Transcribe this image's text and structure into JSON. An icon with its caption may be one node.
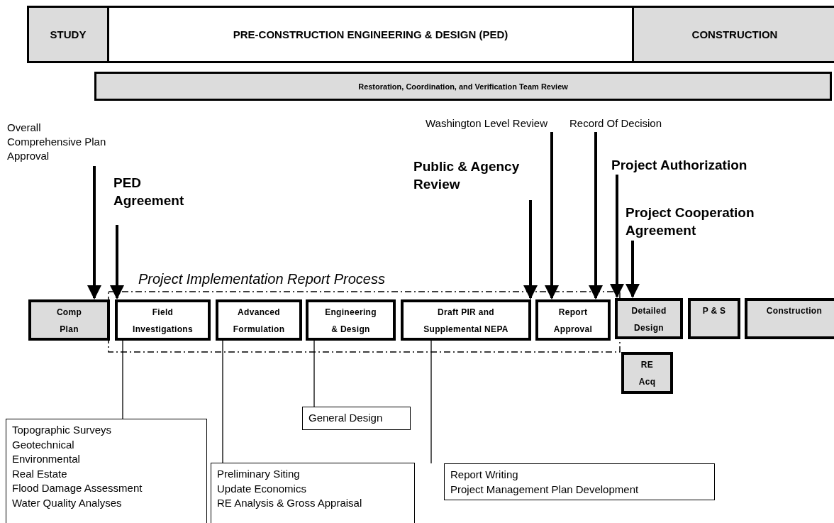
{
  "diagram": {
    "nodes": [
      {
        "text": [
          "STUDY"
        ]
      },
      {
        "text": [
          "PRE-CONSTRUCTION ENGINEERING & DESIGN (PED)"
        ]
      },
      {
        "text": [
          "CONSTRUCTION"
        ]
      },
      {
        "text": [
          "Restoration, Coordination, and Verification Team Review"
        ]
      },
      {
        "text": [
          "Overall Comprehensive Plan Approval"
        ]
      },
      {
        "text": [
          "PED Agreement"
        ]
      },
      {
        "text": [
          "Public & Agency Review"
        ]
      },
      {
        "text": [
          "Washington Level Review"
        ]
      },
      {
        "text": [
          "Record Of Decision"
        ]
      },
      {
        "text": [
          "Project Authorization"
        ]
      },
      {
        "text": [
          "Project Cooperation Agreement"
        ]
      },
      {
        "text": [
          "Project Implementation Report Process"
        ]
      },
      {
        "text": [
          "Comp Plan"
        ]
      },
      {
        "text": [
          "Field Investigations"
        ],
        "in": 11
      },
      {
        "text": [
          "Advanced Formulation"
        ],
        "in": 11
      },
      {
        "text": [
          "Engineering & Design"
        ],
        "in": 11
      },
      {
        "text": [
          "Draft PIR and Supplemental NEPA"
        ],
        "in": 11
      },
      {
        "text": [
          "Report Approval"
        ],
        "in": 11
      },
      {
        "text": [
          "Detailed Design"
        ]
      },
      {
        "text": [
          "P & S"
        ]
      },
      {
        "text": [
          "Construction"
        ]
      },
      {
        "text": [
          "RE Acq"
        ]
      },
      {
        "text": [
          "Topographic Surveys",
          "Geotechnical",
          "Environmental",
          "Real Estate",
          "Flood Damage Assessment",
          "Water Quality Analyses"
        ]
      },
      {
        "text": [
          "Preliminary Siting",
          "Update Economics",
          "RE Analysis & Gross Appraisal"
        ]
      },
      {
        "text": [
          "General Design"
        ]
      },
      {
        "text": [
          "Report Writing",
          "Project Management Plan Development"
        ]
      }
    ],
    "edges": [
      {
        "from": 4,
        "to": 12,
        "arrow": "to"
      },
      {
        "from": 5,
        "to": 13,
        "arrow": "to"
      },
      {
        "from": 6,
        "to": 17,
        "arrow": "to"
      },
      {
        "from": 7,
        "to": 17,
        "arrow": "to"
      },
      {
        "from": 8,
        "to": 17,
        "arrow": "to"
      },
      {
        "from": 9,
        "to": 18,
        "arrow": "to"
      },
      {
        "from": 10,
        "to": 18,
        "arrow": "to"
      },
      {
        "from": 13,
        "to": 22,
        "arrow": "none"
      },
      {
        "from": 14,
        "to": 23,
        "arrow": "none"
      },
      {
        "from": 15,
        "to": 24,
        "arrow": "none"
      },
      {
        "from": 16,
        "to": 25,
        "arrow": "none"
      }
    ]
  }
}
